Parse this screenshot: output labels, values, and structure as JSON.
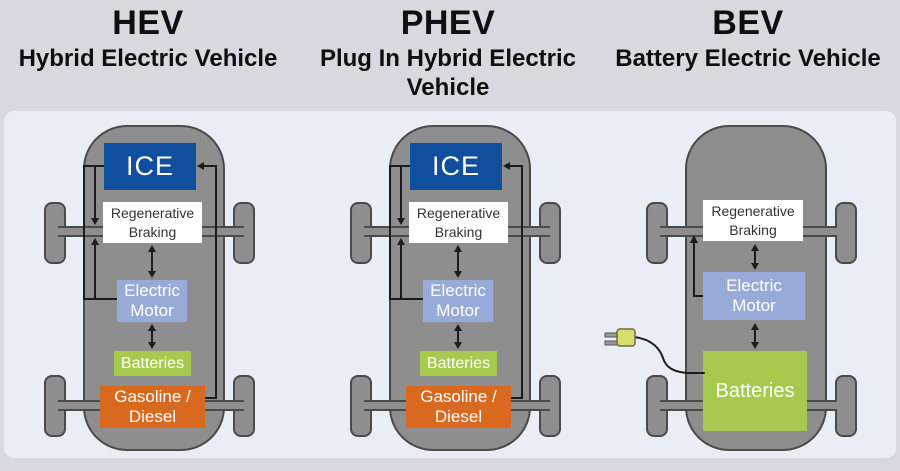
{
  "colors": {
    "pageBg": "#d6d9df",
    "panelBg": "#e9edf6",
    "carBody": "#8e8e8e",
    "carOutline": "#4a4a4a",
    "iceBlue": "#0f4f9e",
    "motorBlue": "#98aad8",
    "batteryGreen": "#a6ca4d",
    "fuelOrange": "#d9691e",
    "regenWhite": "#ffffff",
    "regenText": "#333333",
    "lineDark": "#1c1c1c",
    "plugYellow": "#d9dd70",
    "titleText": "#0f0f0f"
  },
  "header": {
    "columns": [
      {
        "abbr": "HEV",
        "name": "Hybrid Electric Vehicle"
      },
      {
        "abbr": "PHEV",
        "name": "Plug In Hybrid Electric Vehicle"
      },
      {
        "abbr": "BEV",
        "name": "Battery Electric Vehicle"
      }
    ]
  },
  "cars": {
    "hev": {
      "ice": "ICE",
      "regen": "Regenerative Braking",
      "motor": "Electric Motor",
      "batteries": "Batteries",
      "fuel": "Gasoline / Diesel"
    },
    "phev": {
      "ice": "ICE",
      "regen": "Regenerative Braking",
      "motor": "Electric Motor",
      "batteries": "Batteries",
      "fuel": "Gasoline / Diesel"
    },
    "bev": {
      "regen": "Regenerative Braking",
      "motor": "Electric Motor",
      "batteries": "Batteries"
    }
  }
}
